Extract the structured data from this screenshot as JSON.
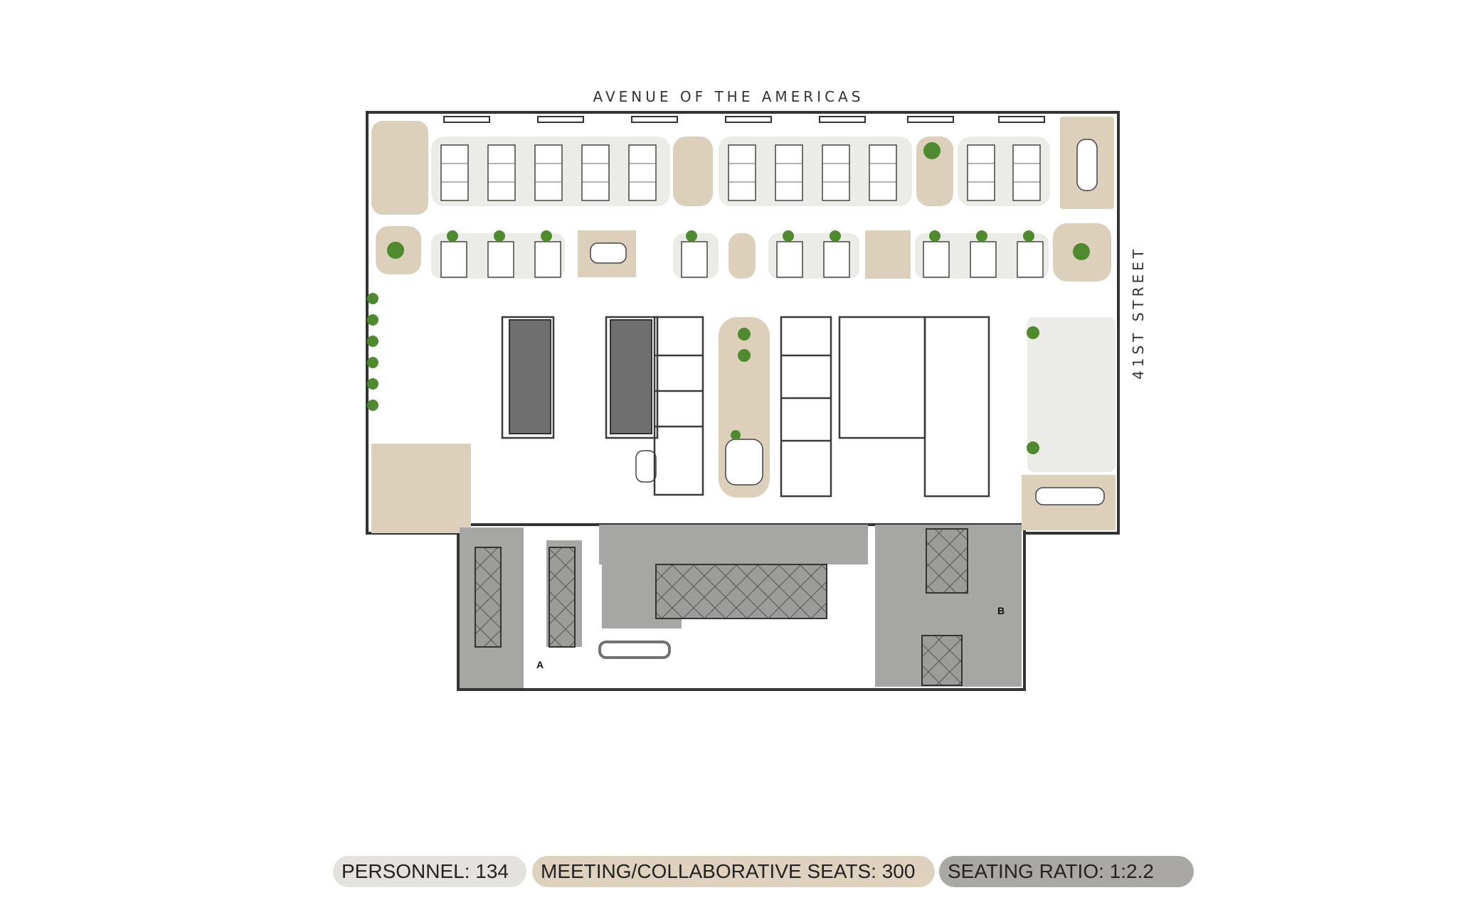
{
  "labels": {
    "street_top": "AVENUE OF THE AMERICAS",
    "street_right": "41ST STREET",
    "stair_a": "A",
    "stair_b": "B"
  },
  "stats": [
    {
      "key": "personnel",
      "text": "PERSONNEL: 134",
      "color": "#e4e2de"
    },
    {
      "key": "meeting",
      "text": "MEETING/COLLABORATIVE SEATS: 300",
      "color": "#ded2be"
    },
    {
      "key": "ratio",
      "text": "SEATING RATIO:  1:2.2",
      "color": "#a9a8a4"
    }
  ],
  "colors": {
    "collab": "#ddd0bb",
    "workstation_zone": "#ebebe8",
    "core": "#a6a6a4",
    "wall": "#3a3a3a",
    "plant": "#4f8a2e",
    "desk": "#ffffff"
  }
}
